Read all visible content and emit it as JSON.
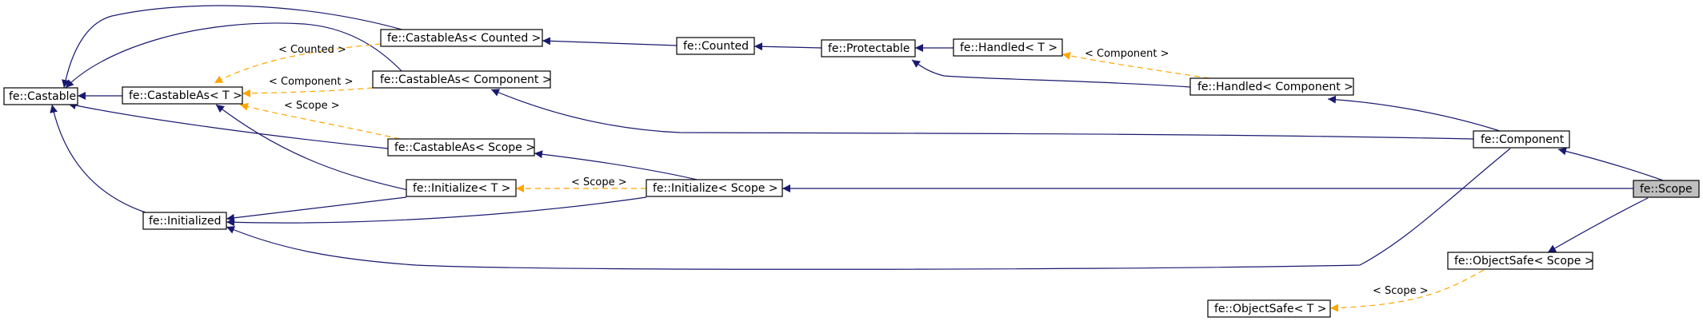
{
  "nodes": {
    "castable": "fe::Castable",
    "castableas_t": "fe::CastableAs< T >",
    "initialized": "fe::Initialized",
    "castableas_counted": "fe::CastableAs< Counted >",
    "castableas_component": "fe::CastableAs< Component >",
    "castableas_scope": "fe::CastableAs< Scope >",
    "initialize_t": "fe::Initialize< T >",
    "initialize_scope": "fe::Initialize< Scope >",
    "counted": "fe::Counted",
    "protectable": "fe::Protectable",
    "handled_t": "fe::Handled< T >",
    "handled_component": "fe::Handled< Component >",
    "component": "fe::Component",
    "scope": "fe::Scope",
    "objectsafe_scope": "fe::ObjectSafe< Scope >",
    "objectsafe_t": "fe::ObjectSafe< T >"
  },
  "edge_labels": {
    "counted": "< Counted >",
    "component_castable": "< Component >",
    "scope_castable": "< Scope >",
    "component_handled": "< Component >",
    "scope_initialize": "< Scope >",
    "scope_objectsafe": "< Scope >"
  },
  "colors": {
    "inheritance_edge": "#191970",
    "template_edge": "#ffa500",
    "highlight_fill": "#bfbfbf"
  }
}
